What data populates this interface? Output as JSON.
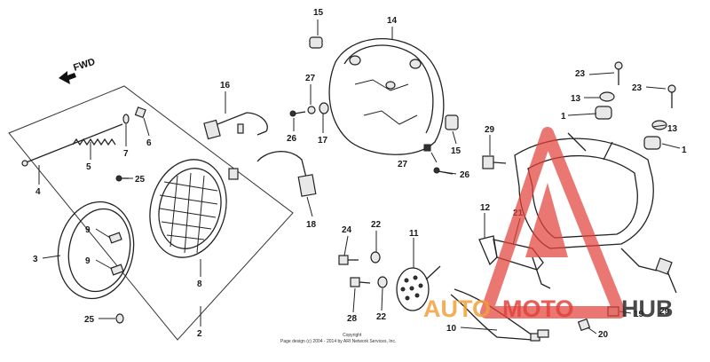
{
  "header": {
    "direction_label": "FWD"
  },
  "callouts": {
    "c1a": "1",
    "c1b": "1",
    "c2": "2",
    "c3": "3",
    "c4": "4",
    "c5": "5",
    "c6": "6",
    "c7": "7",
    "c8": "8",
    "c9a": "9",
    "c9b": "9",
    "c10": "10",
    "c11": "11",
    "c12": "12",
    "c13a": "13",
    "c13b": "13",
    "c14": "14",
    "c15a": "15",
    "c15b": "15",
    "c16": "16",
    "c17": "17",
    "c18": "18",
    "c19": "19",
    "c20": "20",
    "c21": "21",
    "c22a": "22",
    "c22b": "22",
    "c23a": "23",
    "c23b": "23",
    "c24": "24",
    "c25a": "25",
    "c25b": "25",
    "c26a": "26",
    "c26b": "26",
    "c27a": "27",
    "c27b": "27",
    "c28": "28",
    "c29a": "29",
    "c29b": "29"
  },
  "footer": {
    "copyright_line1": "Copyright",
    "copyright_line2": "Page design (c) 2004 - 2014 by ARI Network Services, Inc."
  },
  "watermark": {
    "part1": "AUTO",
    "part2": "MOTO",
    "part3": "HUB",
    "color_orange": "#f2a03a",
    "color_red": "#e2433c",
    "color_dark": "#2b2b2b"
  }
}
